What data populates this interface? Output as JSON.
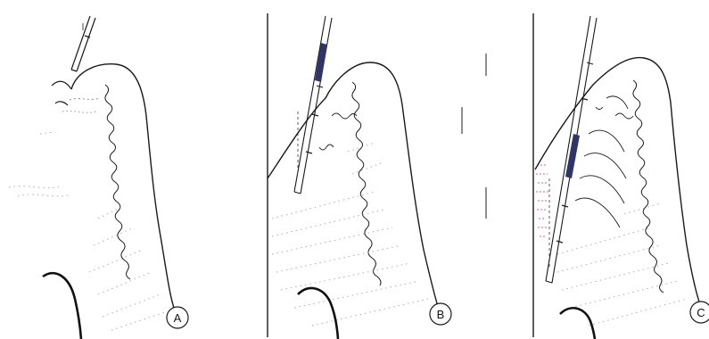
{
  "figure": {
    "panels": [
      {
        "label": "A"
      },
      {
        "label": "B"
      },
      {
        "label": "C"
      }
    ],
    "colors": {
      "line": "#1a1a1a",
      "stipple": "#9a9a9a",
      "probe_band": "#2f3566",
      "bleeding": "#e27bc4",
      "background": "#ffffff"
    }
  }
}
